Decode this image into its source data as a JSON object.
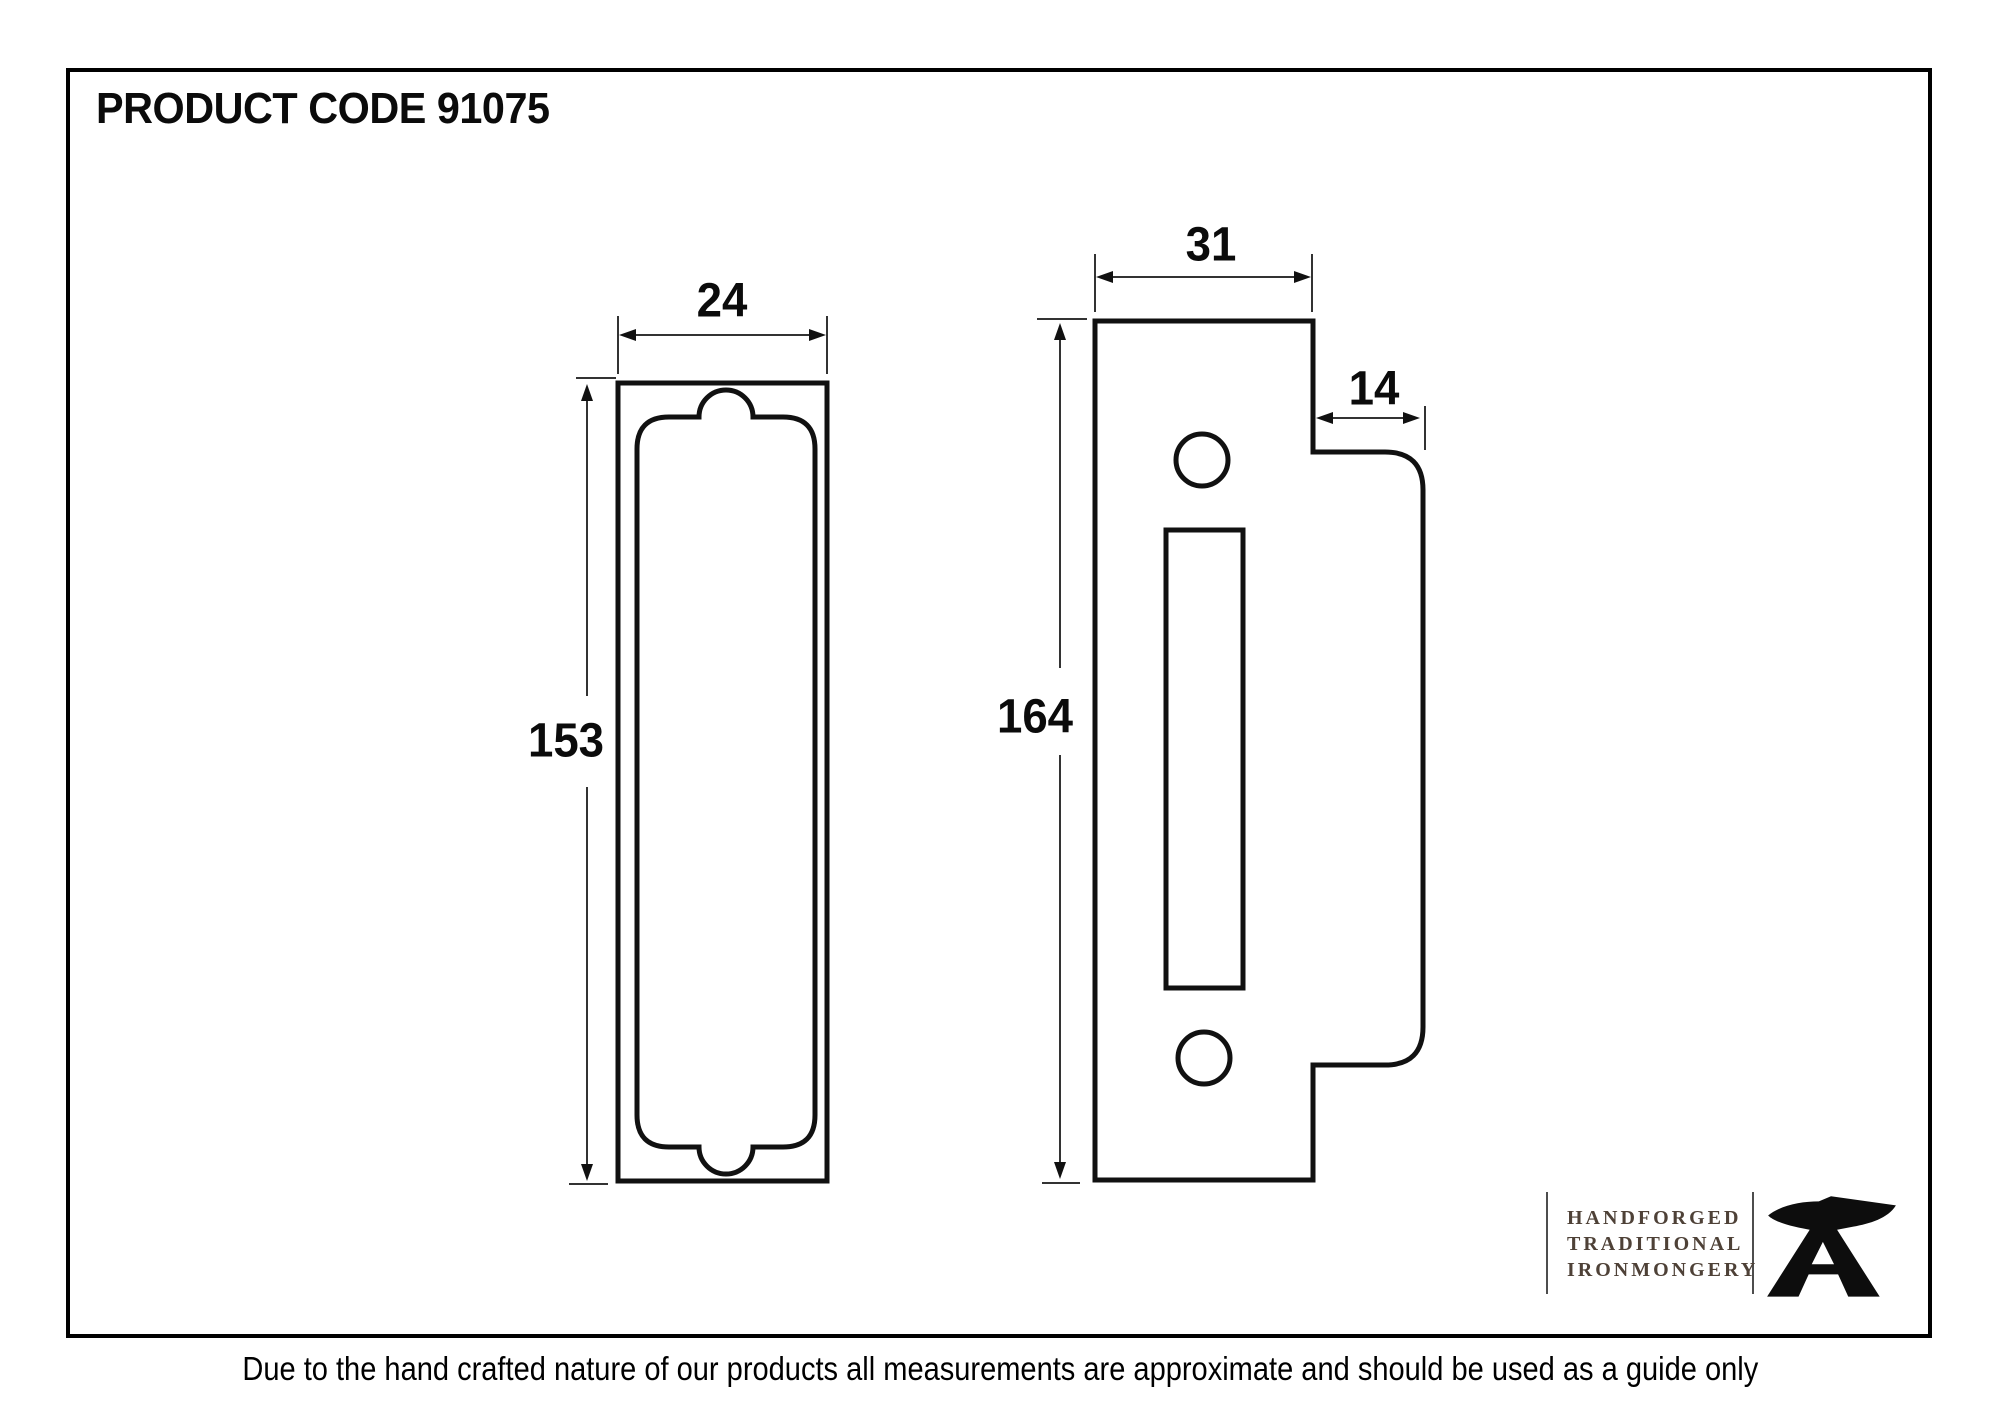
{
  "page": {
    "title": "PRODUCT CODE 91075",
    "disclaimer": "Due to the hand crafted nature of our products all measurements are approximate and should be used as a guide only"
  },
  "drawings": {
    "faceplate": {
      "width_mm": "24",
      "height_mm": "153"
    },
    "strikeplate": {
      "width_mm": "31",
      "lip_width_mm": "14",
      "height_mm": "164"
    }
  },
  "logo": {
    "lines": [
      "HANDFORGED",
      "TRADITIONAL",
      "IRONMONGERY"
    ],
    "icon": "anvil-icon",
    "text_color": "#4e4137"
  },
  "colors": {
    "outline": "#111111",
    "dimension_line": "#333333",
    "border": "#000000"
  }
}
